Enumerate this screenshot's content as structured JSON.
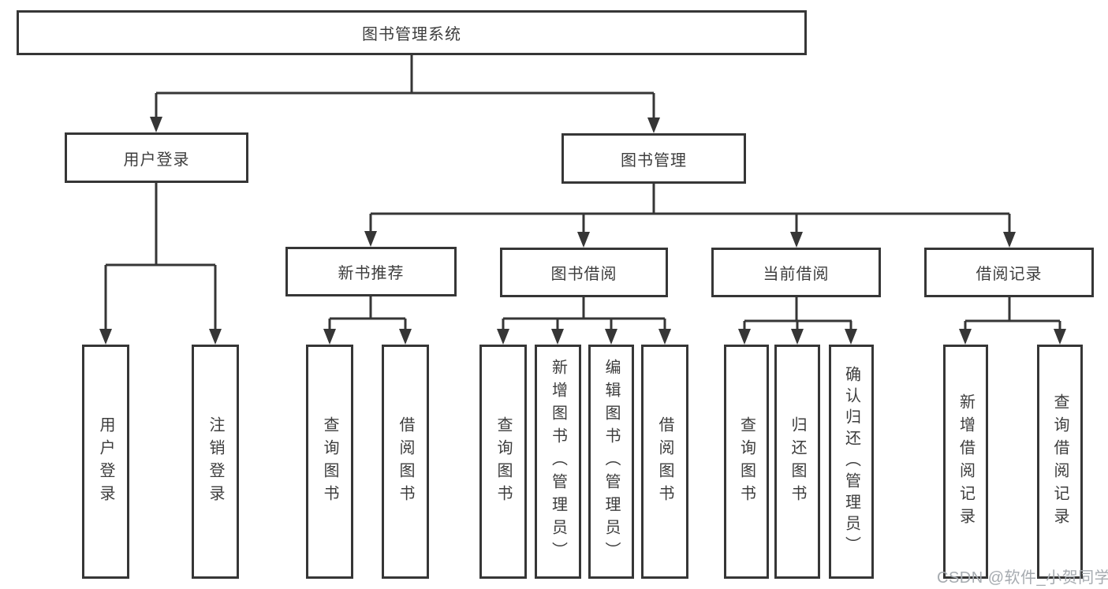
{
  "diagram_title": "图书管理系统",
  "nodes": {
    "root": "图书管理系统",
    "user_login": "用户登录",
    "book_mgmt": "图书管理",
    "new_book_rec": "新书推荐",
    "book_borrow": "图书借阅",
    "current_borrow": "当前借阅",
    "borrow_records": "借阅记录",
    "leaf_user_login": "用户登录",
    "leaf_logout": "注销登录",
    "leaf_query_book_rec": "查询图书",
    "leaf_borrow_book_rec": "借阅图书",
    "leaf_query_book_borrow": "查询图书",
    "leaf_add_book": "新增图书（管理员）",
    "leaf_edit_book": "编辑图书（管理员）",
    "leaf_borrow_book_borrow": "借阅图书",
    "leaf_query_book_current": "查询图书",
    "leaf_return_book": "归还图书",
    "leaf_confirm_return": "确认归还（管理员）",
    "leaf_add_borrow_record": "新增借阅记录",
    "leaf_query_borrow_record": "查询借阅记录"
  },
  "hierarchy": {
    "图书管理系统": {
      "用户登录": [
        "用户登录",
        "注销登录"
      ],
      "图书管理": {
        "新书推荐": [
          "查询图书",
          "借阅图书"
        ],
        "图书借阅": [
          "查询图书",
          "新增图书（管理员）",
          "编辑图书（管理员）",
          "借阅图书"
        ],
        "当前借阅": [
          "查询图书",
          "归还图书",
          "确认归还（管理员）"
        ],
        "借阅记录": [
          "新增借阅记录",
          "查询借阅记录"
        ]
      }
    }
  },
  "watermark": "CSDN @软件_小贺同学",
  "colors": {
    "line": "#363636",
    "box_border": "#363636",
    "text": "#3d3d3d",
    "watermark": "#a6abb0",
    "background": "#ffffff"
  }
}
